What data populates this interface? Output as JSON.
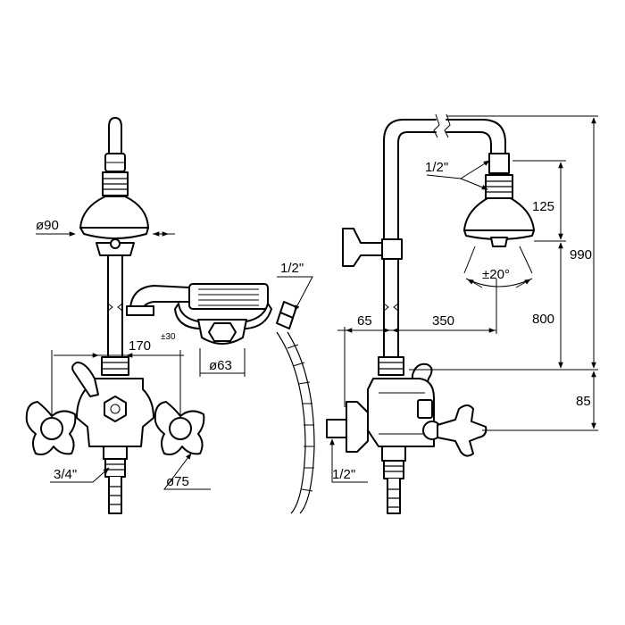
{
  "labels": {
    "d90": "ø90",
    "half_hose": "1/2\"",
    "w170": "170",
    "tol30": "±30",
    "d63": "ø63",
    "three_quarter": "3/4\"",
    "d75": "ø75",
    "half_head": "1/2\"",
    "h125": "125",
    "h990": "990",
    "angle20": "±20°",
    "w65": "65",
    "w350": "350",
    "h800": "800",
    "h85": "85",
    "half_inlet": "1/2\""
  }
}
